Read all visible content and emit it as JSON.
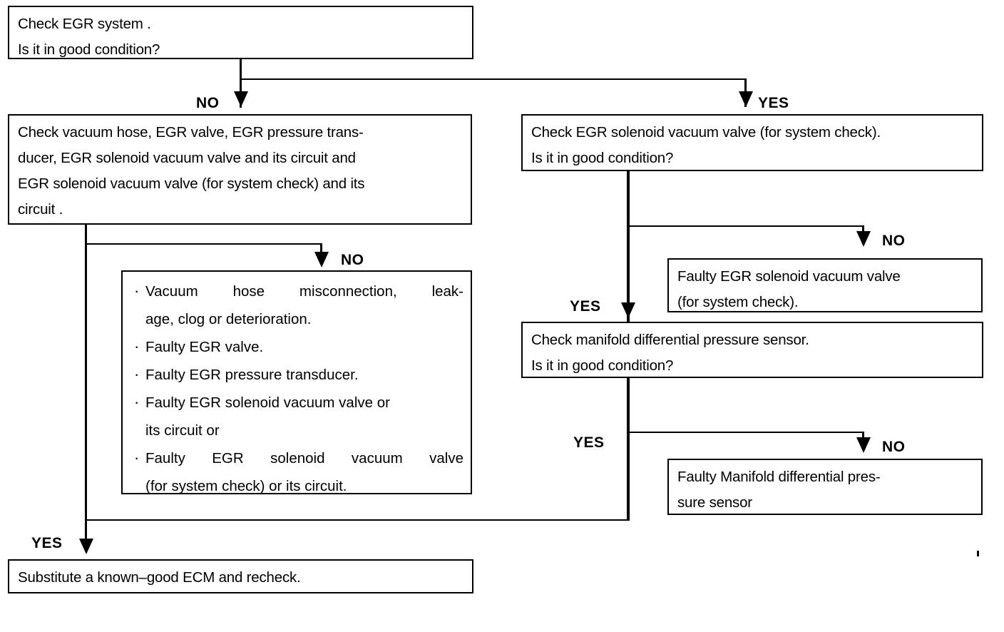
{
  "diagram": {
    "title": "EGR system diagnostic flowchart",
    "ink_color": "#000000",
    "background_color": "#ffffff"
  },
  "nodes": {
    "start": {
      "line1": "Check EGR system .",
      "line2": "Is it in good condition?"
    },
    "check_vacuum_hose": {
      "line1": "Check vacuum hose, EGR valve, EGR pressure trans-",
      "line2": "ducer, EGR solenoid vacuum valve and its circuit and",
      "line3": "EGR solenoid vacuum valve (for system check) and its",
      "line4": "circuit ."
    },
    "fault_list": {
      "items": [
        {
          "line1": "Vacuum hose misconnection, leak-",
          "line2": "age, clog or deterioration.",
          "justified": true
        },
        {
          "line1": "Faulty EGR valve.",
          "line2": "",
          "justified": false
        },
        {
          "line1": "Faulty EGR pressure transducer.",
          "line2": "",
          "justified": false
        },
        {
          "line1": "Faulty EGR solenoid vacuum valve or",
          "line2": "its circuit or",
          "justified": false
        },
        {
          "line1": "Faulty EGR solenoid vacuum valve",
          "line2": "(for system check) or its circuit.",
          "justified": true
        }
      ]
    },
    "check_solenoid": {
      "line1": "Check EGR solenoid vacuum valve (for system check).",
      "line2": "Is it in good condition?"
    },
    "faulty_solenoid": {
      "line1": "Faulty EGR solenoid vacuum valve",
      "line2": "(for system check)."
    },
    "check_manifold": {
      "line1": "Check manifold differential pressure sensor.",
      "line2": "Is it in good condition?"
    },
    "faulty_manifold": {
      "line1": "Faulty Manifold differential pres-",
      "line2": "sure sensor"
    },
    "substitute_ecm": {
      "line1": "Substitute a known–good ECM and recheck."
    }
  },
  "edge_labels": {
    "start_no": "NO",
    "start_yes": "YES",
    "vacuum_no": "NO",
    "vacuum_yes": "YES",
    "solenoid_no": "NO",
    "solenoid_yes": "YES",
    "manifold_no": "NO",
    "manifold_yes": "YES"
  }
}
